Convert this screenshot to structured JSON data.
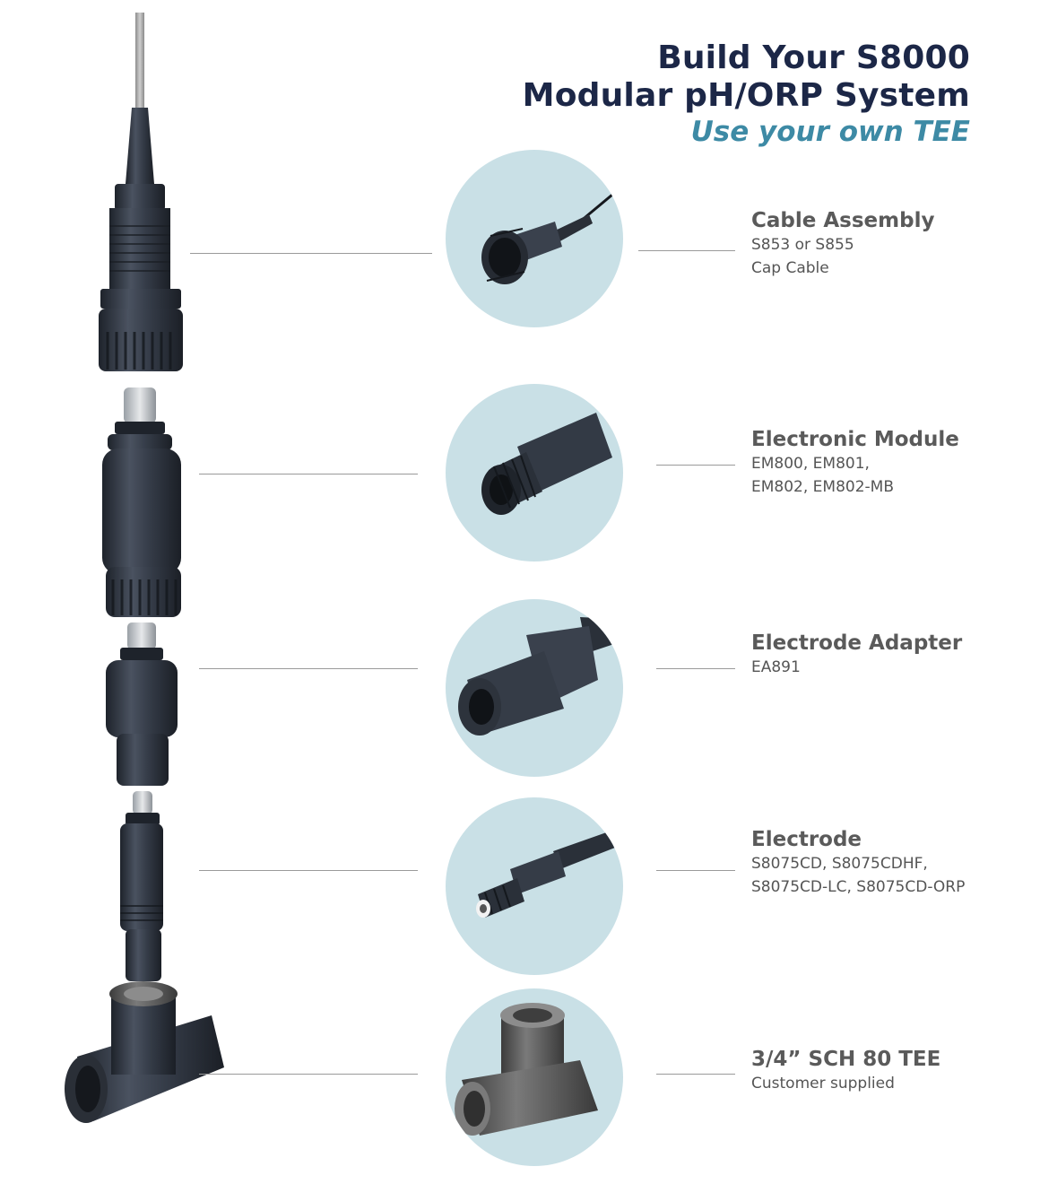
{
  "header": {
    "title_line_1": "Build Your S8000",
    "title_line_2": "Modular pH/ORP System",
    "subtitle": "Use your own TEE"
  },
  "colors": {
    "title": "#1c2747",
    "subtitle": "#3d8aa5",
    "bubble": "#c9e0e6",
    "component_dark": "#2f3540",
    "label_text": "#555555"
  },
  "components": [
    {
      "name": "Cable Assembly",
      "desc_line_1": "S853 or S855",
      "desc_line_2": "Cap Cable",
      "icon": "cable-assembly-icon"
    },
    {
      "name": "Electronic Module",
      "desc_line_1": "EM800, EM801,",
      "desc_line_2": "EM802, EM802-MB",
      "icon": "electronic-module-icon"
    },
    {
      "name": "Electrode Adapter",
      "desc_line_1": "EA891",
      "desc_line_2": "",
      "icon": "electrode-adapter-icon"
    },
    {
      "name": "Electrode",
      "desc_line_1": "S8075CD, S8075CDHF,",
      "desc_line_2": "S8075CD-LC, S8075CD-ORP",
      "icon": "electrode-icon"
    },
    {
      "name": "3/4” SCH 80 TEE",
      "desc_line_1": "Customer supplied",
      "desc_line_2": "",
      "icon": "pipe-tee-icon"
    }
  ]
}
